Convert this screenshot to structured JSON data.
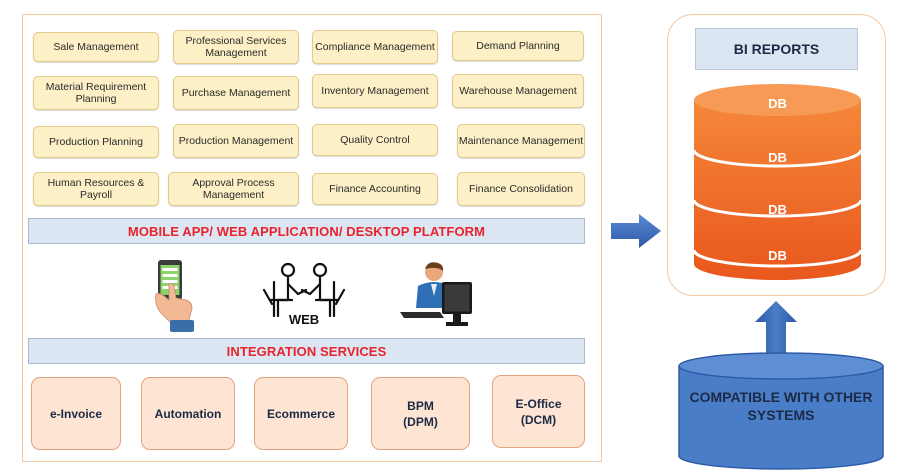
{
  "modules": [
    {
      "label": "Sale Management"
    },
    {
      "label": "Professional Services Management"
    },
    {
      "label": "Compliance Management"
    },
    {
      "label": "Demand Planning"
    },
    {
      "label": "Material Requirement Planning"
    },
    {
      "label": "Purchase Management"
    },
    {
      "label": "Inventory Management"
    },
    {
      "label": "Warehouse Management"
    },
    {
      "label": "Production Planning"
    },
    {
      "label": "Production Management"
    },
    {
      "label": "Quality Control"
    },
    {
      "label": "Maintenance Management"
    },
    {
      "label": "Human Resources & Payroll"
    },
    {
      "label": "Approval Process Management"
    },
    {
      "label": "Finance Accounting"
    },
    {
      "label": "Finance Consolidation"
    }
  ],
  "platform_banner": "MOBILE APP/ WEB APPLICATION/ DESKTOP PLATFORM",
  "platform_icons": {
    "mobile": "mobile-phone-icon",
    "web": "web-users-icon",
    "web_label": "WEB",
    "desktop": "desktop-user-icon"
  },
  "integration_banner": "INTEGRATION SERVICES",
  "services": [
    {
      "label": "e-Invoice"
    },
    {
      "label": "Automation"
    },
    {
      "label": "Ecommerce"
    },
    {
      "label": "BPM\n(DPM)"
    },
    {
      "label": "E-Office\n(DCM)"
    }
  ],
  "bi_reports": "BI REPORTS",
  "db_layers": [
    "DB",
    "DB",
    "DB",
    "DB"
  ],
  "compatible_text": "COMPATIBLE WITH OTHER SYSTEMS",
  "colors": {
    "banner_text": "#e8232b",
    "module_fill": "#fdf0c6",
    "service_fill": "#fde4d3",
    "db_orange": "#f26f2b",
    "arrow_blue": "#3d6fc4",
    "compat_fill": "#4a7dc8"
  }
}
